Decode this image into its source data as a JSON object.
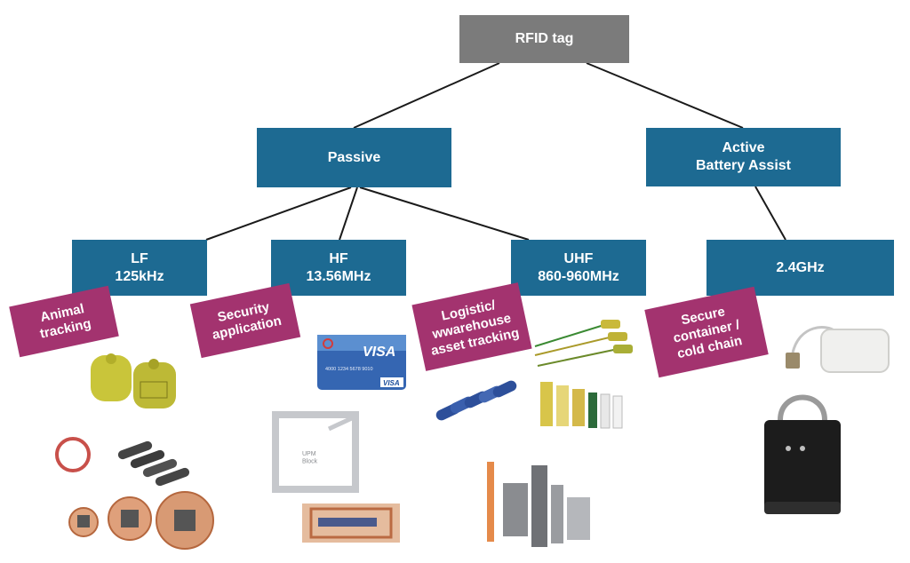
{
  "diagram": {
    "root": {
      "label": "RFID tag"
    },
    "passive": {
      "label": "Passive"
    },
    "active": {
      "label": "Active\nBattery Assist"
    },
    "lf": {
      "label": "LF\n125kHz"
    },
    "hf": {
      "label": "HF\n13.56MHz"
    },
    "uhf": {
      "label": "UHF\n860-960MHz"
    },
    "ghz": {
      "label": "2.4GHz"
    }
  },
  "tags": {
    "animal": "Animal\ntracking",
    "security": "Security\napplication",
    "logistic": "Logistic/\nwwarehouse\nasset tracking",
    "secure": "Secure\ncontainer /\ncold chain"
  },
  "product_text": {
    "visa_brand": "VISA",
    "visa_number": "4000 1234 5678 9010",
    "visa_small": "VISA",
    "inlay_text": "UPM\nBlock"
  },
  "colors": {
    "root": "#7b7b7b",
    "node": "#1d6a92",
    "tag": "#a3336f",
    "connector": "#1a1a1a"
  }
}
